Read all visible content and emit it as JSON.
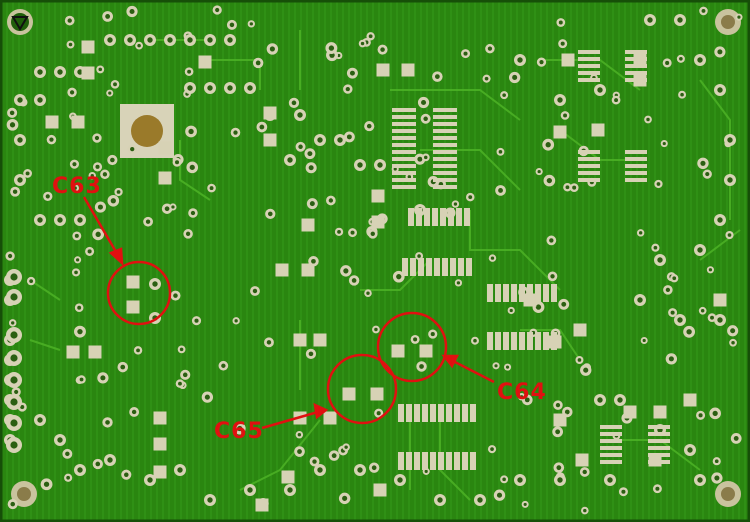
{
  "board": {
    "substrate_color": "#2f8f12",
    "pad_color": "#d7d2b5",
    "trace_color": "#3aa31d",
    "mark_color": "#e01010"
  },
  "callouts": [
    {
      "id": "c63",
      "label": "C63"
    },
    {
      "id": "c64",
      "label": "C64"
    },
    {
      "id": "c65",
      "label": "C65"
    }
  ]
}
